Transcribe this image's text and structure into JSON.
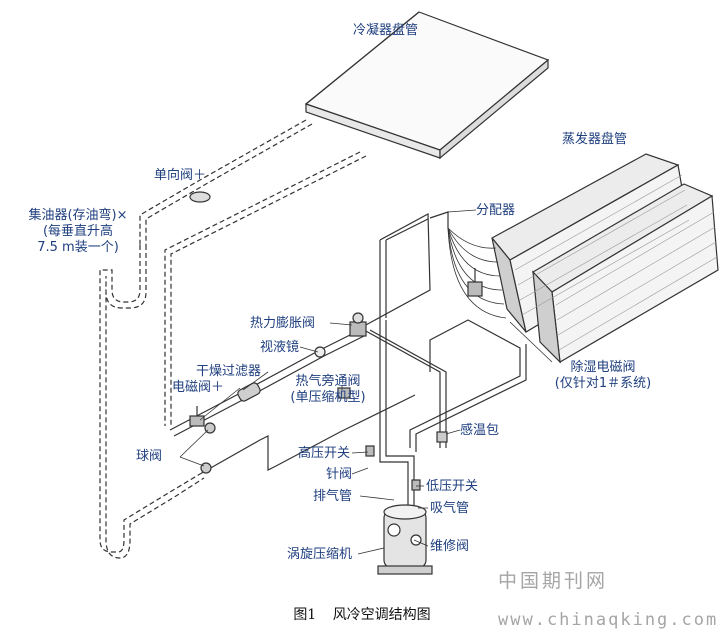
{
  "labels": {
    "condenser": "冷凝器盘管",
    "evaporator": "蒸发器盘管",
    "check_valve": "单向阀＋",
    "oil_trap_line1": "集油器(存油弯)×",
    "oil_trap_line2": "(每垂直升高",
    "oil_trap_line3": "7.5 m装一个)",
    "distributor": "分配器",
    "expansion_valve": "热力膨胀阀",
    "sight_glass": "视液镜",
    "filter_drier": "干燥过滤器",
    "solenoid_valve": "电磁阀＋",
    "hot_gas_bypass_line1": "热气旁通阀",
    "hot_gas_bypass_line2": "(单压缩机型)",
    "ball_valve": "球阀",
    "dehumid_solenoid_line1": "除湿电磁阀",
    "dehumid_solenoid_line2": "(仅针对1＃系统)",
    "sensing_bulb": "感温包",
    "high_pressure_switch": "高压开关",
    "needle_valve": "针阀",
    "low_pressure_switch": "低压开关",
    "discharge_pipe": "排气管",
    "suction_pipe": "吸气管",
    "service_valve": "维修阀",
    "scroll_compressor": "涡旋压缩机"
  },
  "caption": {
    "number": "图1",
    "title": "风冷空调结构图"
  },
  "watermark": {
    "cn": "中国期刊网",
    "url": "www.chinaqking.com"
  },
  "colors": {
    "label": "#1f3f7f",
    "line": "#333333",
    "watermark": "#a5a5a5"
  }
}
